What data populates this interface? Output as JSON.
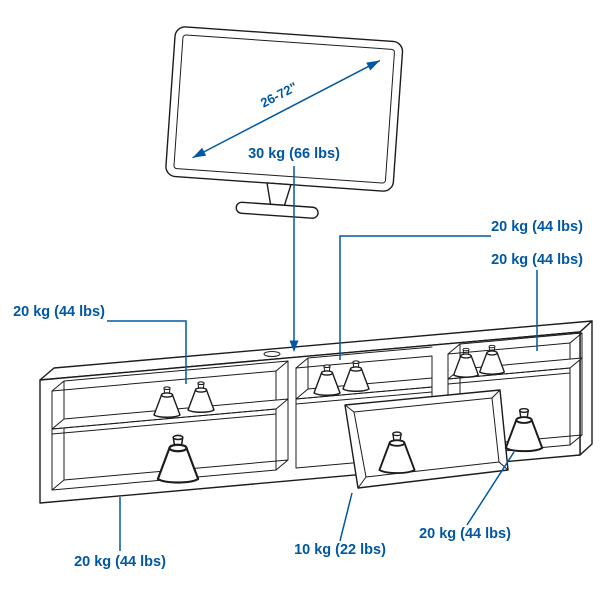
{
  "colors": {
    "accent": "#0058a3",
    "line": "#1c1c1c",
    "background": "#ffffff"
  },
  "tv": {
    "size_range": "26-72\"",
    "max_load_label": "30 kg (66 lbs)"
  },
  "capacity_labels": {
    "middle_shelf": "20 kg (44 lbs)",
    "right_compartment_upper": "20 kg (44 lbs)",
    "left_compartment_upper": "20 kg (44 lbs)",
    "left_compartment_lower": "20 kg (44 lbs)",
    "drawer": "10 kg (22 lbs)",
    "right_compartment_lower": "20 kg (44 lbs)"
  }
}
